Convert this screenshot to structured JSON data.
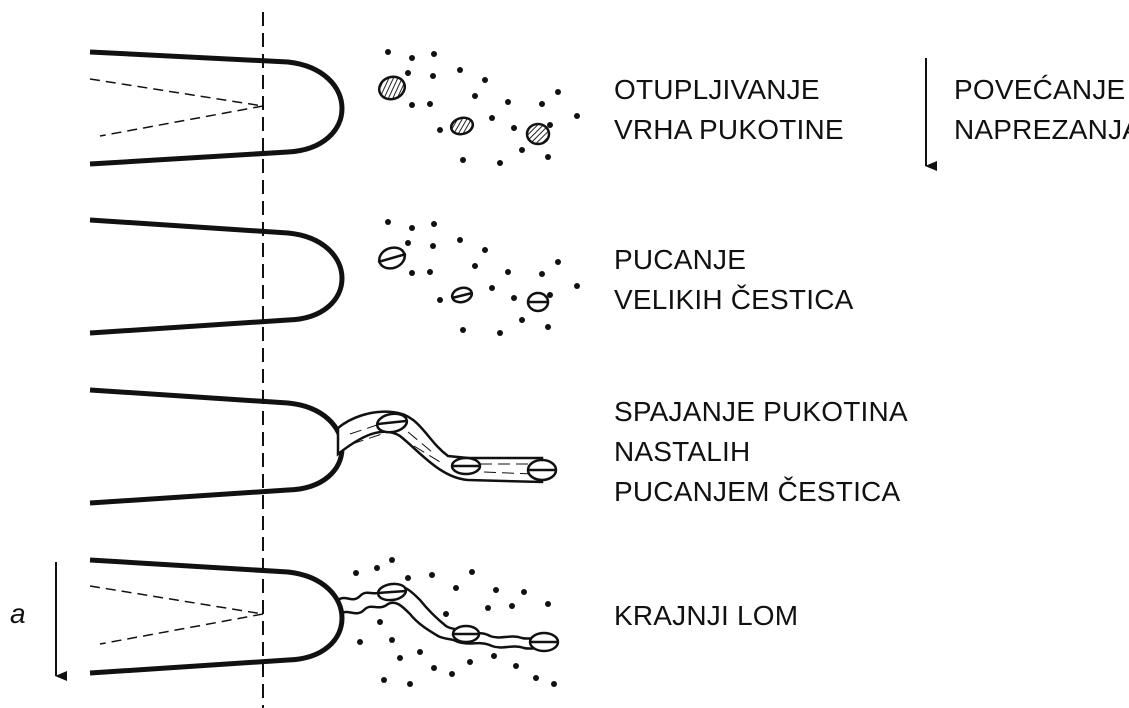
{
  "stages": [
    {
      "id": "blunting",
      "lines": [
        "OTUPLJIVANJE",
        "VRHA PUKOTINE"
      ]
    },
    {
      "id": "cracking",
      "lines": [
        "PUCANJE",
        "VELIKIH ČESTICA"
      ]
    },
    {
      "id": "coalescence",
      "lines": [
        "SPAJANJE PUKOTINA",
        "NASTALIH",
        "PUCANJEM ČESTICA"
      ]
    },
    {
      "id": "fracture",
      "lines": [
        "KRAJNJI LOM"
      ]
    }
  ],
  "stress_label": [
    "POVEĆANJE",
    "NAPREZANJA"
  ],
  "axis_label": "a"
}
